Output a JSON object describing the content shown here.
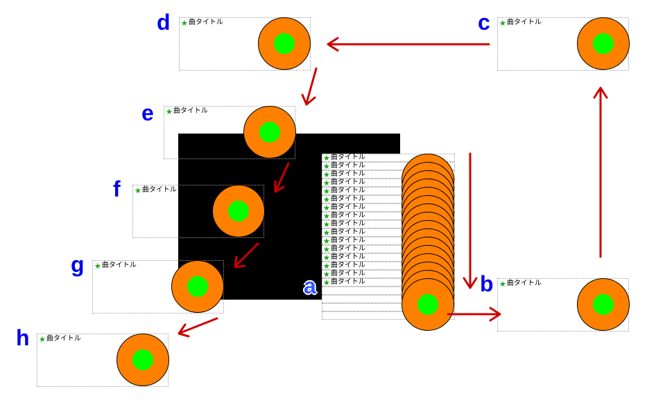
{
  "labels": {
    "a": "a",
    "b": "b",
    "c": "c",
    "d": "d",
    "e": "e",
    "f": "f",
    "g": "g",
    "h": "h"
  },
  "song_title": "曲タイトル",
  "star_icon": "★",
  "stack_count": 16,
  "list_titles": [
    "曲タイトル",
    "曲タイトル",
    "曲タイトル",
    "曲タイトル",
    "曲タイトル",
    "曲タイトル",
    "曲タイトル",
    "曲タイトル",
    "曲タイトル",
    "曲タイトル",
    "曲タイトル",
    "曲タイトル",
    "曲タイトル",
    "曲タイトル",
    "曲タイトル",
    "曲タイトル"
  ],
  "colors": {
    "disc": "#ff8000",
    "core": "#00ff00",
    "arrow": "#cc0000",
    "letters": "#0000ee",
    "background_panel": "#000000"
  }
}
